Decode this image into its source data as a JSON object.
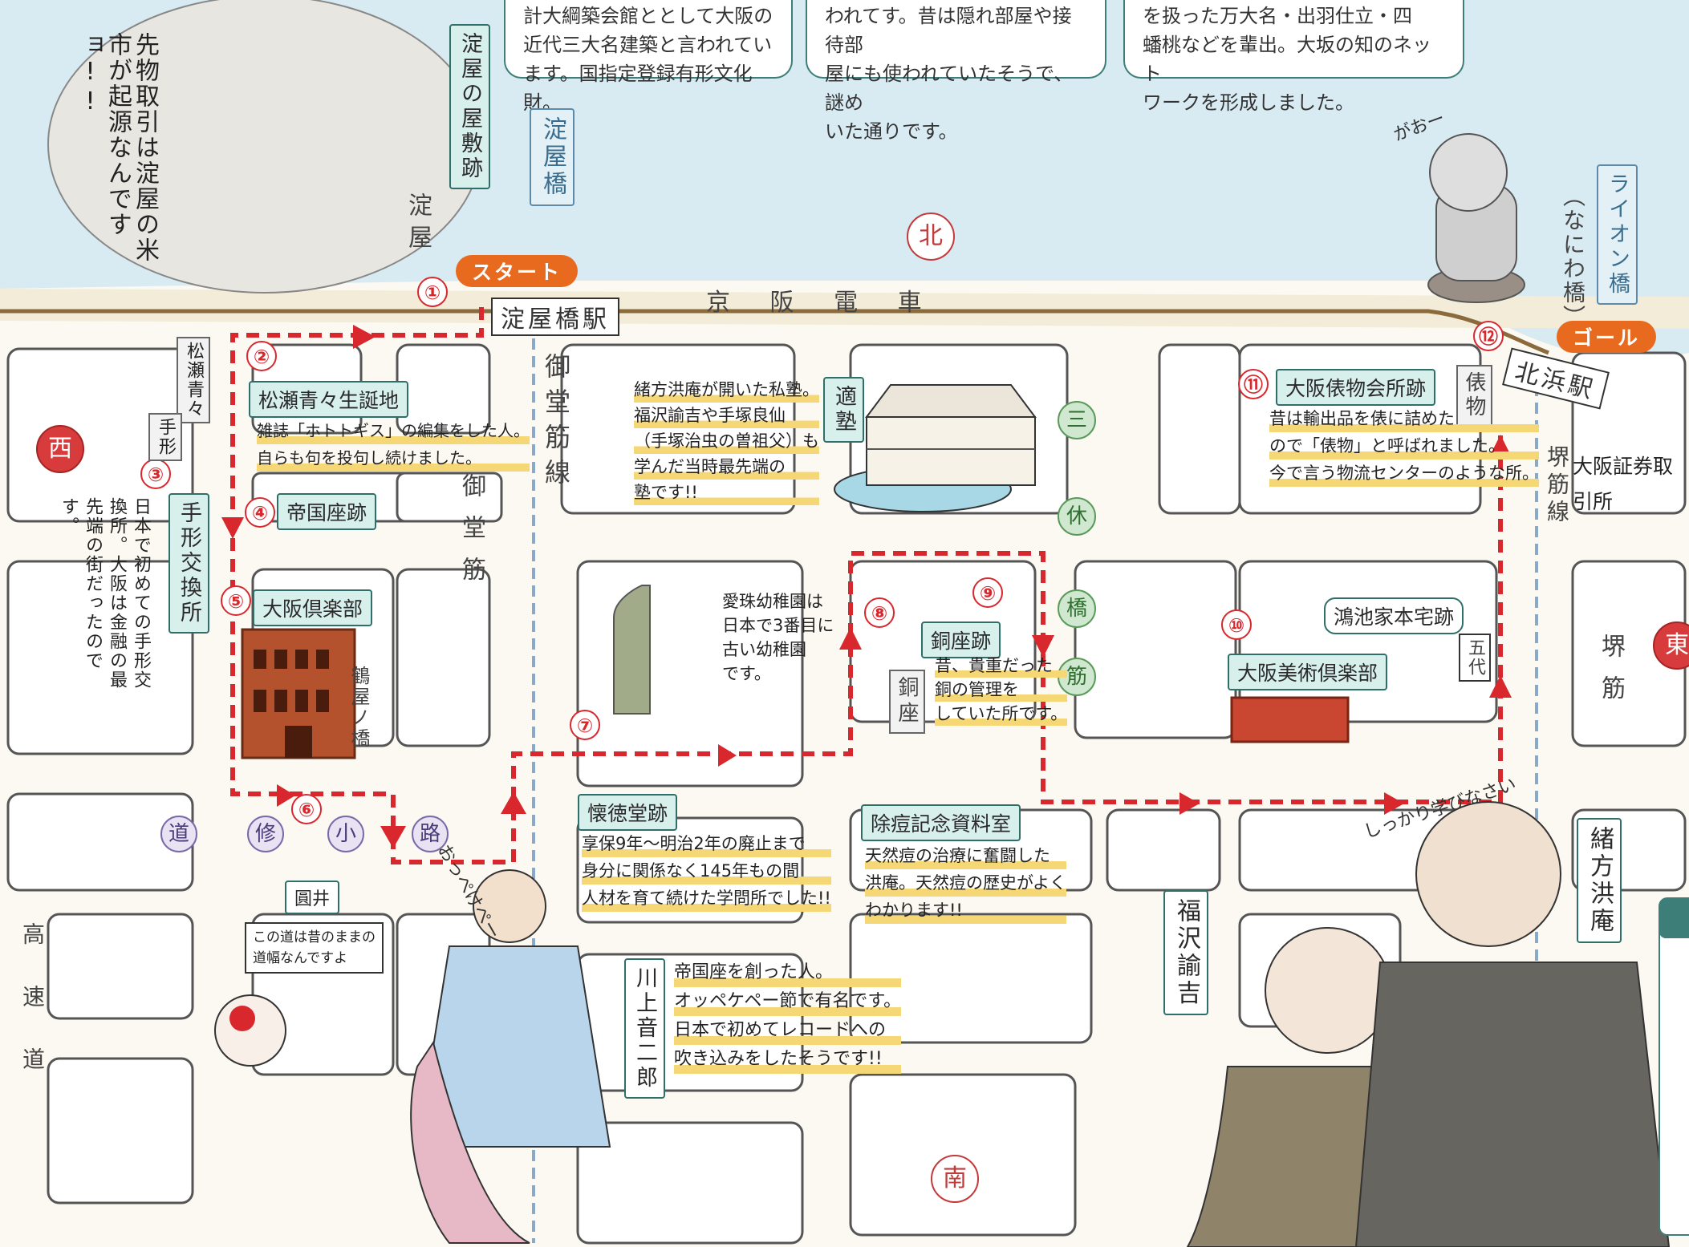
{
  "info_boxes": [
    {
      "lines": [
        "計大綱築会館ととして大阪の",
        "近代三大名建築と言われてい",
        "ます。国指定登録有形文化財。"
      ]
    },
    {
      "lines": [
        "われてす。昔は隠れ部屋や接待部",
        "屋にも使われていたそうで、謎め",
        "いた通りです。"
      ]
    },
    {
      "lines": [
        "を扱った万大名・出羽仕立・四",
        "蟠桃などを輩出。大坂の知のネット",
        "ワークを形成しました。"
      ]
    }
  ],
  "route": {
    "start_label": "スタート",
    "goal_label": "ゴール"
  },
  "compass": {
    "north": "北",
    "south": "南",
    "east": "東",
    "west": "西"
  },
  "stations": {
    "yodoyabashi": "淀屋橋駅",
    "kitahama": "北浜駅"
  },
  "lines": {
    "keihan": "京 阪 電 車",
    "midosuji_line": "御堂筋線",
    "sakaisuji_line": "堺筋線"
  },
  "streets": {
    "midosuji": "御堂筋",
    "sakaisuji": "堺筋",
    "kouraibashi": "高速道",
    "sanbuku": [
      "三",
      "休",
      "橋",
      "筋"
    ],
    "senba": [
      "道",
      "修",
      "小",
      "路"
    ]
  },
  "bridges": {
    "yodoyabashi": "淀屋橋",
    "naniwa_paren": "（なにわ橋）",
    "lion": "ライオン橋"
  },
  "yodoya_sign": {
    "title": "淀屋の屋敷跡",
    "sub": "淀屋"
  },
  "yodoya_note": "先物取引は淀屋の米市が起源なんですョ!!",
  "spots": [
    {
      "num": "①"
    },
    {
      "num": "②",
      "label": "松瀬青々生誕地",
      "note": [
        "雑誌「ホトトギス」の編集をした人。",
        "自らも句を投句し続けました。"
      ],
      "sign": "松瀬青々"
    },
    {
      "num": "③",
      "label": "手形交換所",
      "note": "日本で初めての手形交換所。大阪は金融の最先端の街だったのです。",
      "sign": "手形"
    },
    {
      "num": "④",
      "label": "帝国座跡"
    },
    {
      "num": "⑤",
      "label": "大阪倶楽部",
      "side": "鶴屋ノ橋"
    },
    {
      "num": "⑥"
    },
    {
      "num": "⑦",
      "label": "懐徳堂跡",
      "note": [
        "享保9年〜明治2年の廃止まで",
        "身分に関係なく145年もの間",
        "人材を育て続けた学問所でした!!"
      ]
    },
    {
      "num": "⑧",
      "note": [
        "愛珠幼稚園は",
        "日本で3番目に",
        "古い幼稚園",
        "です。"
      ]
    },
    {
      "num": "⑨",
      "label": "銅座跡",
      "note": [
        "昔、貴重だった",
        "銅の管理を",
        "していた所です。"
      ],
      "sign": "銅座"
    },
    {
      "num": "⑩",
      "label": "大阪美術倶楽部",
      "callout": "鴻池家本宅跡"
    },
    {
      "num": "⑪",
      "label": "大阪俵物会所跡",
      "note": [
        "昔は輸出品を俵に詰めた",
        "ので「俵物」と呼ばれました。",
        "今で言う物流センターのような所。"
      ],
      "sign": "俵物"
    },
    {
      "num": "⑫"
    }
  ],
  "tekijuku": {
    "label": "適塾",
    "note": [
      "緒方洪庵が開いた私塾。",
      "福沢諭吉や手塚良仙",
      "（手塚治虫の曽祖父）も",
      "学んだ当時最先端の",
      "塾です!!"
    ]
  },
  "jotoku": {
    "label": "除痘記念資料室",
    "note": [
      "天然痘の治療に奮闘した",
      "洪庵。天然痘の歴史がよく",
      "わかります!!"
    ]
  },
  "enmon": {
    "label": "圓井",
    "note": [
      "この道は昔のままの",
      "道幅なんですよ"
    ]
  },
  "kawakami": {
    "name": "川上音二郎",
    "speech": "おっぺけぺー",
    "note": [
      "帝国座を創った人。",
      "オッペケペー節で有名です。",
      "日本で初めてレコードへの",
      "吹き込みをしたそうです!!"
    ]
  },
  "people": {
    "fukuzawa": "福沢諭吉",
    "ogata": "緒方洪庵",
    "speech": "しっかり学びなさい"
  },
  "lion_speech": "がおー",
  "exchange": "大阪証券取引所",
  "godai": "五代",
  "colors": {
    "river": "#d8ebf3",
    "route": "#d8282e",
    "label_bg": "#d8f0ec",
    "start": "#e86a1e"
  }
}
